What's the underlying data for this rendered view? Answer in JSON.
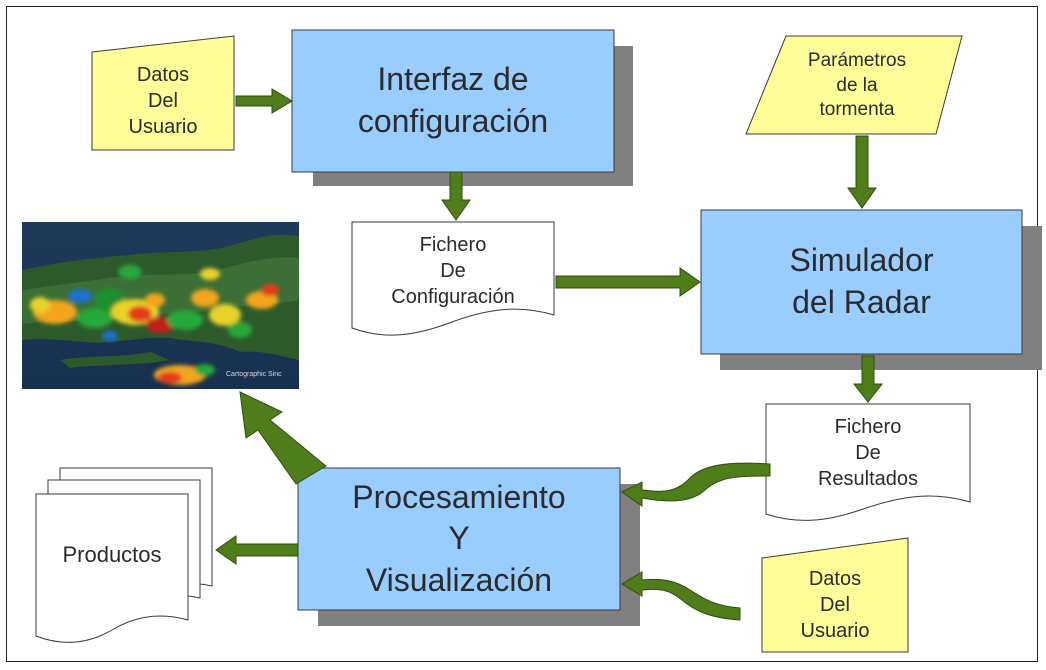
{
  "colors": {
    "process_fill": "#99ccff",
    "input_fill": "#ffff99",
    "document_fill": "#ffffff",
    "arrow_fill": "#4f7d1a",
    "shadow": "#808080"
  },
  "nodes": {
    "datos_usuario_top": "Datos\nDel\nUsuario",
    "interfaz": "Interfaz de\nconfiguración",
    "parametros": "Parámetros\nde la\ntormenta",
    "fichero_config": "Fichero\nDe\nConfiguración",
    "simulador": "Simulador\ndel Radar",
    "fichero_resultados": "Fichero\nDe\nResultados",
    "procesamiento": "Procesamiento\nY\nVisualización",
    "productos": "Productos",
    "datos_usuario_bottom": "Datos\nDel\nUsuario"
  },
  "radar_image": {
    "watermark": "Cartographic Sinc"
  }
}
